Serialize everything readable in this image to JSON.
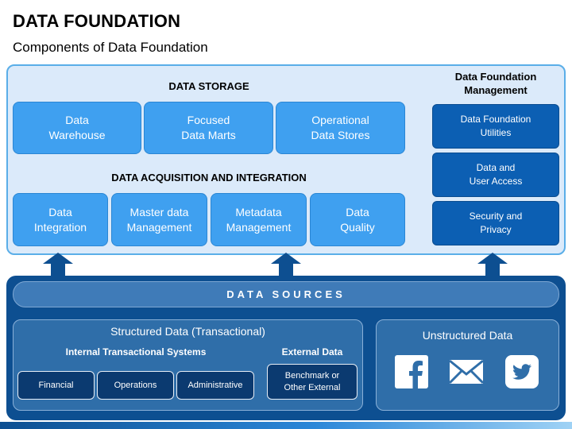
{
  "title": "DATA FOUNDATION",
  "subtitle": "Components of Data Foundation",
  "storage": {
    "heading": "DATA STORAGE",
    "items": [
      "Data\nWarehouse",
      "Focused\nData Marts",
      "Operational\nData Stores"
    ]
  },
  "acquisition": {
    "heading": "DATA ACQUISITION AND INTEGRATION",
    "items": [
      "Data\nIntegration",
      "Master data\nManagement",
      "Metadata\nManagement",
      "Data\nQuality"
    ]
  },
  "management": {
    "heading": "Data Foundation\nManagement",
    "items": [
      "Data Foundation\nUtilities",
      "Data and\nUser Access",
      "Security and\nPrivacy"
    ]
  },
  "sources": {
    "label": "DATA SOURCES",
    "structured": {
      "title": "Structured Data (Transactional)",
      "internal_heading": "Internal Transactional Systems",
      "external_heading": "External Data",
      "internal_items": [
        "Financial",
        "Operations",
        "Administrative"
      ],
      "external_item": "Benchmark or\nOther External"
    },
    "unstructured": {
      "title": "Unstructured Data",
      "icons": [
        "facebook-icon",
        "mail-icon",
        "twitter-icon"
      ]
    }
  },
  "colors": {
    "light_box": "#3fa0f0",
    "dark_box": "#0c5fb3",
    "navy": "#0d4f91",
    "panel_bg": "#dbeafa"
  }
}
